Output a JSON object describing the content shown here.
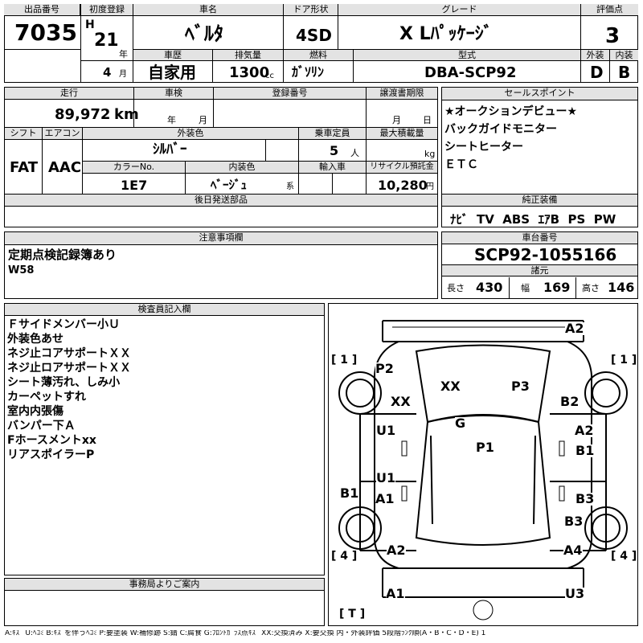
{
  "header": {
    "lot_no_label": "出品番号",
    "lot_no": "7035",
    "first_reg_label": "初度登録",
    "era": "H",
    "year": "21",
    "year_unit": "年",
    "month": "4",
    "month_unit": "月",
    "car_name_label": "車名",
    "car_name": "ﾍﾞﾙﾀ",
    "door_label": "ドア形状",
    "door": "4SD",
    "grade_label": "グレード",
    "grade": "X Lﾊﾟｯｹｰｼﾞ",
    "score_label": "評価点",
    "score": "3",
    "history_label": "車歴",
    "history": "自家用",
    "displacement_label": "排気量",
    "displacement": "1300",
    "displacement_unit": "cc",
    "fuel_label": "燃料",
    "fuel": "ｶﾞｿﾘﾝ",
    "model_label": "型式",
    "model": "DBA-SCP92",
    "exterior_grade_label": "外装",
    "exterior_grade": "D",
    "interior_grade_label": "内装",
    "interior_grade": "B"
  },
  "spec": {
    "mileage_label": "走行",
    "mileage": "89,972",
    "mileage_unit": "km",
    "inspection_label": "車検",
    "inspection_year_unit": "年",
    "inspection_month_unit": "月",
    "reg_no_label": "登録番号",
    "transfer_deadline_label": "譲渡書期限",
    "transfer_month_unit": "月",
    "transfer_day_unit": "日",
    "shift_label": "シフト",
    "shift": "FAT",
    "ac_label": "エアコン",
    "ac": "AAC",
    "ext_color_label": "外装色",
    "ext_color": "ｼﾙﾊﾞｰ",
    "capacity_label": "乗車定員",
    "capacity": "5",
    "capacity_unit": "人",
    "max_load_label": "最大積載量",
    "max_load_unit": "kg",
    "color_no_label": "カラーNo.",
    "color_no": "1E7",
    "int_color_label": "内装色",
    "int_color": "ﾍﾞｰｼﾞｭ",
    "int_color_unit": "系",
    "import_label": "輸入車",
    "recycle_label": "リサイクル預託金",
    "recycle": "10,280",
    "recycle_unit": "円",
    "later_parts_label": "後日発送部品"
  },
  "sales_points": {
    "label": "セールスポイント",
    "items": [
      "★オークションデビュー★",
      "バックガイドモニター",
      "シートヒーター",
      "ＥＴＣ"
    ]
  },
  "equipment": {
    "label": "純正装備",
    "items": [
      "ﾅﾋﾞ",
      "TV",
      "ABS",
      "ｴｱB",
      "PS",
      "PW"
    ]
  },
  "notes": {
    "label": "注意事項欄",
    "lines": [
      "定期点検記録簿あり",
      "W58"
    ]
  },
  "chassis": {
    "label": "車台番号",
    "value": "SCP92-1055166"
  },
  "dimensions": {
    "label": "諸元",
    "length_label": "長さ",
    "length": "430",
    "width_label": "幅",
    "width": "169",
    "height_label": "高さ",
    "height": "146"
  },
  "inspector": {
    "label": "検査員記入欄",
    "lines": [
      "Ｆサイドメンバー小Ｕ",
      "外装色あせ",
      "ネジ止コアサポートＸＸ",
      "ネジ止ロアサポートＸＸ",
      "シート薄汚れ、しみ小",
      "カーペットすれ",
      "室内内張傷",
      "バンパー下Ａ",
      "Fホースメントxx",
      "リアスポイラーP"
    ]
  },
  "office": {
    "label": "事務局よりご案内"
  },
  "diagram": {
    "tire_fl": "[ 1 ]",
    "tire_fr": "[ 1 ]",
    "tire_rl": "[ 4 ]",
    "tire_rr": "[ 4 ]",
    "tire_spare": "[ T ]",
    "marks": {
      "front_bumper": "A2",
      "left_fender": "P2",
      "core_support": "XX",
      "hood_a": "XX",
      "hood_b": "P3",
      "right_fender": "B2",
      "windshield": "G",
      "left_front_door": "U1",
      "right_front_door": "A2",
      "right_front_door_b": "B1",
      "roof": "P1",
      "left_rear_door": "U1",
      "left_rear_door_b": "A1",
      "left_rocker": "B1",
      "right_rear_door": "B3",
      "right_quarter": "B3",
      "left_quarter": "A2",
      "right_rear": "A4",
      "rear_bumper_l": "A1",
      "rear_bumper_r": "U3"
    }
  },
  "legend": "A:ｷｽﾞ U:ﾍｺﾐ B:ｷｽﾞを伴うﾍｺﾐ P:要塗装 W:補修跡 S:錆 C:腐食 G:ﾌﾛﾝﾄｶﾞﾗｽ点ｷｽﾞ XX:交換済み X:要交換 内・外装評価 5段階ﾗﾝｸ順(A・B・C・D・E) 1"
}
